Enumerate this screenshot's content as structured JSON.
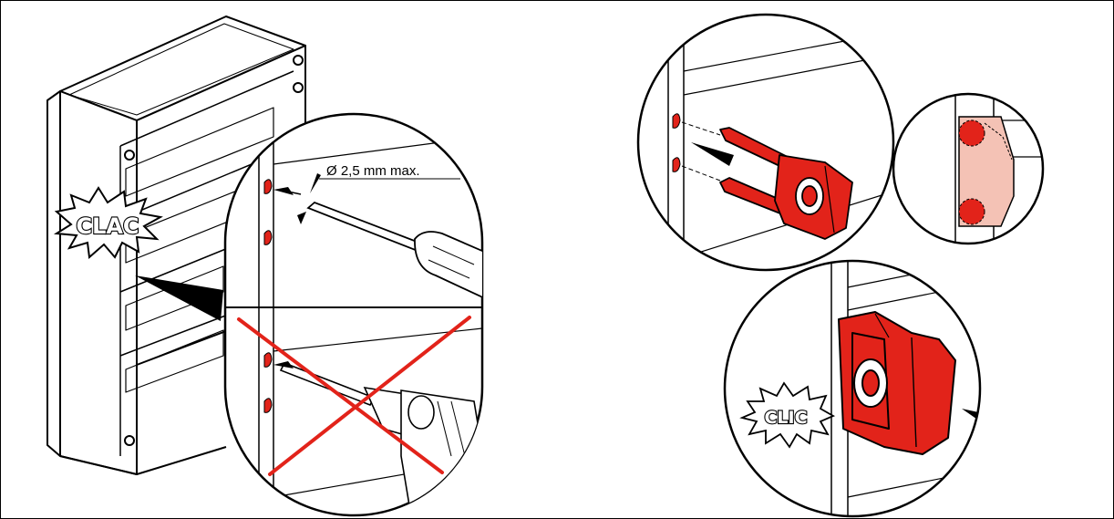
{
  "dimension": {
    "label": "Ø 2,5 mm max."
  },
  "sounds": {
    "left": "CLAC",
    "right": "CLIC"
  },
  "colors": {
    "accent": "#e2231a",
    "line": "#000000",
    "background": "#ffffff",
    "skin": "#f4c2b5"
  },
  "icons": [
    "enclosure-box",
    "screwdriver-icon",
    "drill-icon",
    "prohibited-cross-icon",
    "clip-icon",
    "arrow-icon"
  ]
}
